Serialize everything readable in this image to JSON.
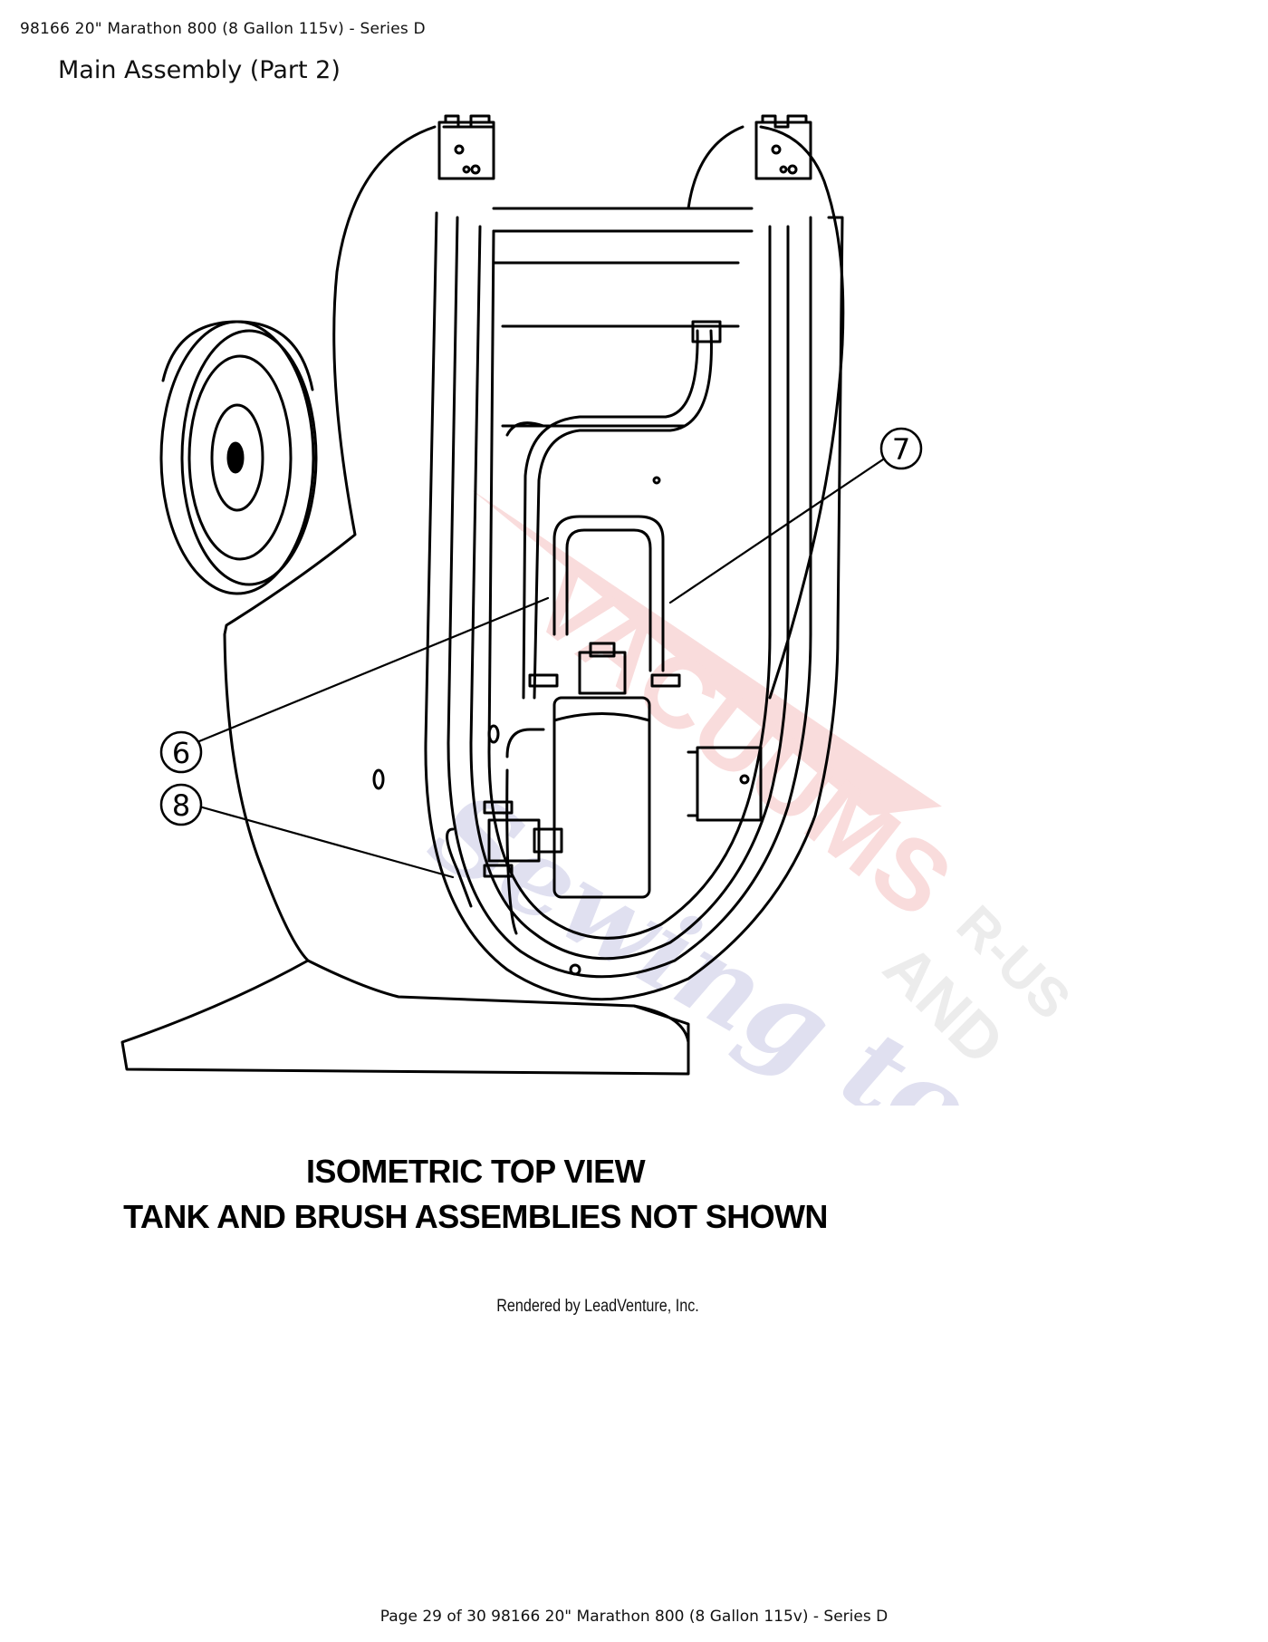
{
  "header": {
    "doc_title": "98166 20\" Marathon 800 (8 Gallon 115v) - Series D"
  },
  "section": {
    "title": "Main Assembly (Part 2)"
  },
  "diagram": {
    "callouts": [
      "7",
      "6",
      "8"
    ],
    "caption_line1": "ISOMETRIC TOP VIEW",
    "caption_line2": "TANK AND BRUSH ASSEMBLIES NOT SHOWN",
    "watermark": {
      "line1": "VACUUMS",
      "line2": "R-US",
      "line3": "AND",
      "line4": "Sewing too"
    }
  },
  "credit": "Rendered by LeadVenture, Inc.",
  "footer": {
    "text": "Page 29 of 30 98166 20\" Marathon 800 (8 Gallon 115v) - Series D"
  }
}
